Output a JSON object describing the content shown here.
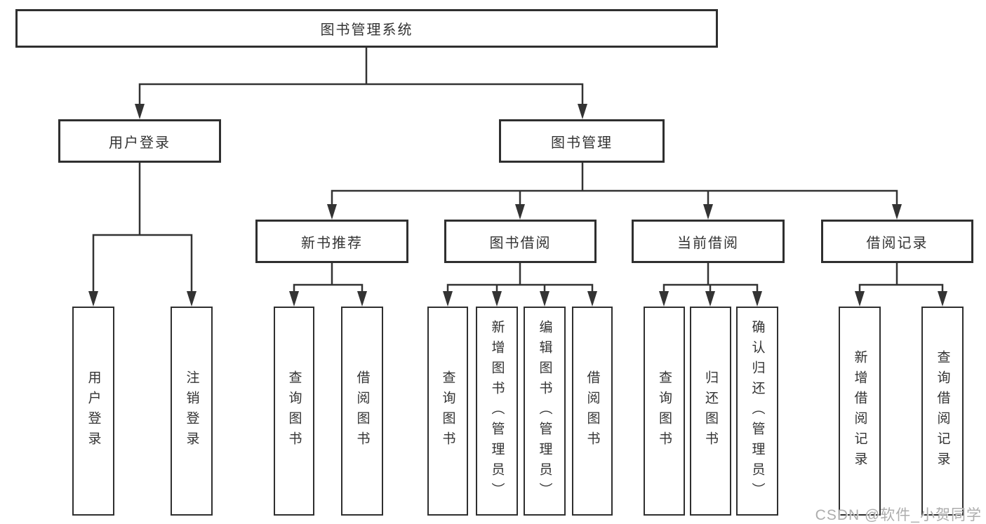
{
  "tree": {
    "label": "图书管理系统",
    "children": [
      {
        "label": "用户登录",
        "children": [
          {
            "label": "用户登录"
          },
          {
            "label": "注销登录"
          }
        ]
      },
      {
        "label": "图书管理",
        "children": [
          {
            "label": "新书推荐",
            "children": [
              {
                "label": "查询图书"
              },
              {
                "label": "借阅图书"
              }
            ]
          },
          {
            "label": "图书借阅",
            "children": [
              {
                "label": "查询图书"
              },
              {
                "label": "新增图书（管理员）"
              },
              {
                "label": "编辑图书（管理员）"
              },
              {
                "label": "借阅图书"
              }
            ]
          },
          {
            "label": "当前借阅",
            "children": [
              {
                "label": "查询图书"
              },
              {
                "label": "归还图书"
              },
              {
                "label": "确认归还（管理员）"
              }
            ]
          },
          {
            "label": "借阅记录",
            "children": [
              {
                "label": "新增借阅记录"
              },
              {
                "label": "查询借阅记录"
              }
            ]
          }
        ]
      }
    ]
  },
  "watermark": {
    "text": "CSDN @软件_小贺同学"
  },
  "colors": {
    "line": "#333333",
    "box_border": "#2f2f2f",
    "background": "#ffffff",
    "text": "#333333",
    "watermark": "#a6a6a6"
  }
}
